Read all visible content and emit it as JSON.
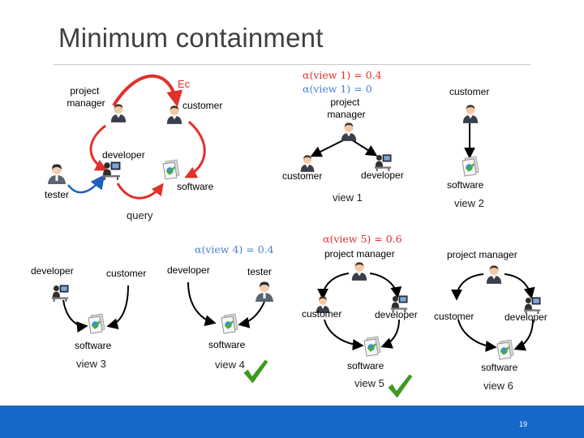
{
  "slide": {
    "title": "Minimum containment",
    "page_number": "19",
    "colors": {
      "accent_blue": "#1668c8",
      "red_arrow": "#e0312a",
      "label_red": "#e0312a",
      "label_blue": "#4a7fd0"
    }
  },
  "query": {
    "caption": "query",
    "edge_label": "Ec",
    "nodes": {
      "project_manager": "project\nmanager",
      "customer": "customer",
      "developer": "developer",
      "tester": "tester",
      "software": "software"
    }
  },
  "annotations": {
    "alpha_v1_red": "α(view 1) = 0.4",
    "alpha_v1_blue": "α(view 1) = 0",
    "alpha_v4": "α(view 4) = 0.4",
    "alpha_v5": "α(view 5) = 0.6"
  },
  "views": [
    {
      "caption": "view 1",
      "nodes": {
        "project_manager": "project\nmanager",
        "customer": "customer",
        "developer": "developer"
      }
    },
    {
      "caption": "view 2",
      "nodes": {
        "customer": "customer",
        "software": "software"
      }
    },
    {
      "caption": "view 3",
      "nodes": {
        "developer": "developer",
        "customer": "customer",
        "software": "software"
      }
    },
    {
      "caption": "view 4",
      "nodes": {
        "developer": "developer",
        "tester": "tester",
        "software": "software"
      }
    },
    {
      "caption": "view 5",
      "nodes": {
        "project_manager": "project manager",
        "customer": "customer",
        "developer": "developer",
        "software": "software"
      }
    },
    {
      "caption": "view 6",
      "nodes": {
        "project_manager": "project manager",
        "customer": "customer",
        "developer": "developer",
        "software": "software"
      }
    }
  ],
  "icons": {
    "person": "person-icon",
    "tester": "tester-icon",
    "developer": "developer-icon",
    "software": "software-icon",
    "check": "checkmark-icon"
  }
}
